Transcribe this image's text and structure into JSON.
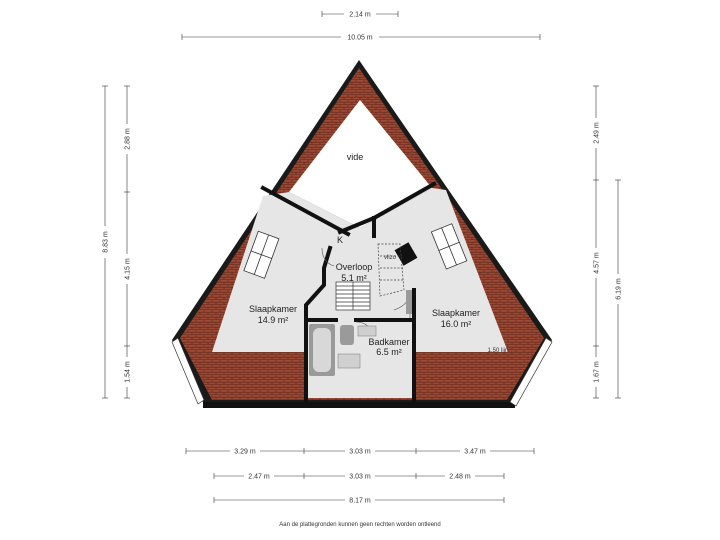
{
  "colors": {
    "roof": "#9c4a36",
    "roof_line": "#5a2216",
    "floor": "#e6e6e6",
    "wall": "#111111",
    "fixture": "#9a9a9a"
  },
  "dimensions": {
    "top_inner": "2.14 m",
    "top_total": "10.05 m",
    "left_total": "8.83 m",
    "left_top": "2.88 m",
    "left_mid": "4.15 m",
    "left_bottom": "1.54 m",
    "right_top": "2.49 m",
    "right_mid": "4.57 m",
    "right_bottom": "1.67 m",
    "right_total": "6.19 m",
    "bottom_row1_left": "3.29 m",
    "bottom_row1_mid": "3.03 m",
    "bottom_row1_right": "3.47 m",
    "bottom_row2_left": "2.47 m",
    "bottom_row2_mid": "3.03 m",
    "bottom_row2_right": "2.48 m",
    "bottom_total": "8.17 m"
  },
  "rooms": {
    "vide": "vide",
    "overloop_name": "Overloop",
    "overloop_area": "5.1 m²",
    "vlizo": "vlizo",
    "k_label": "K",
    "slaapkamer_left_name": "Slaapkamer",
    "slaapkamer_left_area": "14.9 m²",
    "slaapkamer_right_name": "Slaapkamer",
    "slaapkamer_right_area": "16.0 m²",
    "badkamer_name": "Badkamer",
    "badkamer_area": "6.5 m²",
    "lijn_label": "1.50 lijn"
  },
  "disclaimer": "Aan de plattegronden kunnen geen rechten worden ontleend"
}
